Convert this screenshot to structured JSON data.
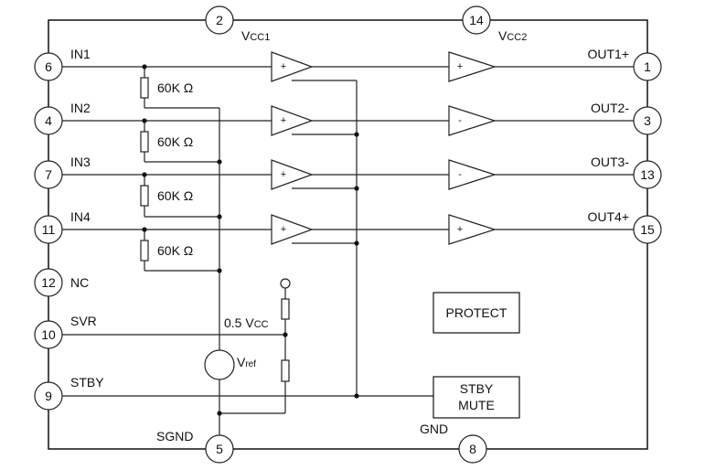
{
  "pins": {
    "in1": "6",
    "in2": "4",
    "in3": "7",
    "in4": "11",
    "nc": "12",
    "svr": "10",
    "stby": "9",
    "sgnd": "5",
    "gnd": "8",
    "vcc1": "2",
    "vcc2": "14",
    "out1": "1",
    "out2": "3",
    "out3": "13",
    "out4": "15"
  },
  "labels": {
    "in1": "IN1",
    "in2": "IN2",
    "in3": "IN3",
    "in4": "IN4",
    "nc": "NC",
    "svr": "SVR",
    "stby": "STBY",
    "sgnd": "SGND",
    "gnd": "GND",
    "vcc1": {
      "main": "V",
      "sub": "CC1"
    },
    "vcc2": {
      "main": "V",
      "sub": "CC2"
    },
    "out1": "OUT1+",
    "out2": "OUT2-",
    "out3": "OUT3-",
    "out4": "OUT4+",
    "half_vcc": {
      "main": "0.5 V",
      "sub": "CC"
    },
    "vref": {
      "main": "V",
      "sub": "ref"
    }
  },
  "resistors": [
    "60K Ω",
    "60K Ω",
    "60K Ω",
    "60K Ω"
  ],
  "preamp_signs": [
    "+",
    "+",
    "+",
    "+"
  ],
  "output_amp_signs": [
    "+",
    "-",
    "-",
    "+"
  ],
  "blocks": {
    "protect": "PROTECT",
    "stby_mute": [
      "STBY",
      "MUTE"
    ]
  }
}
